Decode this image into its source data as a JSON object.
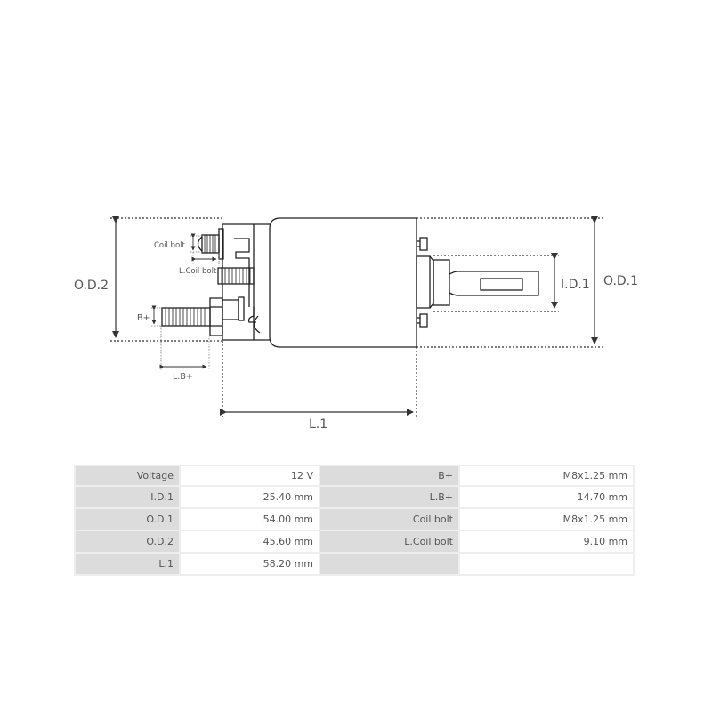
{
  "diagram": {
    "title": "Solenoid dimension drawing",
    "labels": {
      "od2": "O.D.2",
      "od1": "O.D.1",
      "id1": "I.D.1",
      "l1": "L.1",
      "coil_bolt": "Coil bolt",
      "l_coil_bolt": "L.Coil bolt",
      "b_plus": "B+",
      "l_b_plus": "L.B+"
    },
    "colors": {
      "line": "#222222",
      "dim": "#444444",
      "text": "#555555"
    }
  },
  "specs": {
    "rows": [
      {
        "k1": "Voltage",
        "v1": "12 V",
        "k2": "B+",
        "v2": "M8x1.25 mm"
      },
      {
        "k1": "I.D.1",
        "v1": "25.40 mm",
        "k2": "L.B+",
        "v2": "14.70 mm"
      },
      {
        "k1": "O.D.1",
        "v1": "54.00 mm",
        "k2": "Coil bolt",
        "v2": "M8x1.25 mm"
      },
      {
        "k1": "O.D.2",
        "v1": "45.60 mm",
        "k2": "L.Coil bolt",
        "v2": "9.10 mm"
      },
      {
        "k1": "L.1",
        "v1": "58.20 mm",
        "k2": "",
        "v2": ""
      }
    ],
    "colors": {
      "key_bg": "#dcdcdc",
      "value_bg": "#ffffff",
      "border": "#eeeeee"
    }
  }
}
